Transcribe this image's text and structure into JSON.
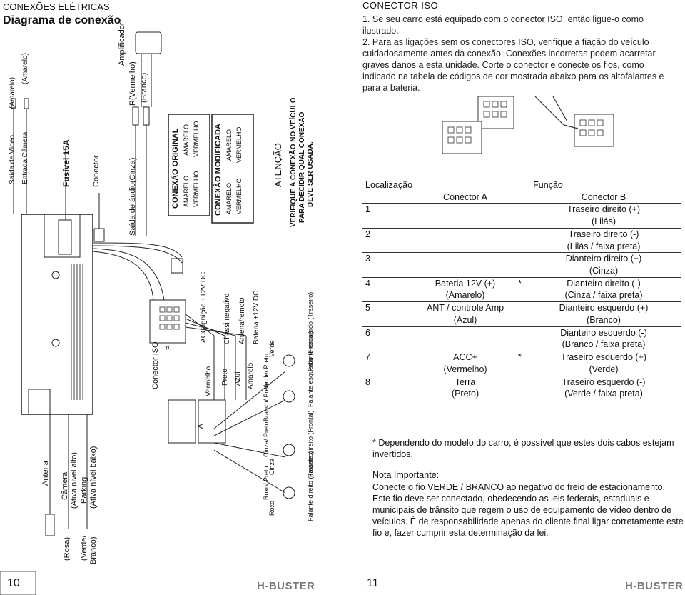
{
  "left_page": {
    "title": "CONEXÕES ELÉTRICAS",
    "subtitle": "Diagrama de conexão",
    "labels": {
      "video_out": "Saída de Vídeo",
      "camera_in": "Entrada Câmera",
      "yellow1": "(Amarelo)",
      "yellow2": "(Amarelo)",
      "fuse": "Fusível 15A",
      "connector": "Conector",
      "audio_out": "Saída de áudio(Cinza)",
      "amplifier": "Amplificador",
      "r_red": "R(Vermelho)",
      "l_white": "L(Branco)",
      "iso_connector": "Conector ISO",
      "acc": "ACC ignição +12V DC",
      "chassis": "Chassi negativo",
      "antenna_remote": "Antena/remoto",
      "battery": "Bateria +12V DC",
      "red": "Vermelho",
      "black": "Preto",
      "blue": "Azul",
      "yellow": "Amarelo",
      "antenna": "Antena",
      "camera_high": "Câmera",
      "camera_high2": "(Ativa nível alto)",
      "pink": "(Rosa)",
      "parking": "Parking",
      "parking2": "(Ativa nível baixo)",
      "green_white": "(Verde/",
      "green_white2": "Branco)",
      "speaker_front_left": "Falante esquerdo (Frontal)",
      "speaker_rear_left": "Falante esquerdo (Traseiro)",
      "speaker_front_right": "Falante direito (Frontal)",
      "speaker_rear_right": "Falante direito (Traseiro)",
      "white_black": "Branco/ Preto",
      "white": "Branco",
      "green_black": "Verde/ Preto",
      "green": "Verde",
      "gray_black": "Cinza/ Preto",
      "gray": "Cinza",
      "purple_black": "Roxo/ Preto",
      "purple": "Roxo",
      "conn_a": "A",
      "conn_b": "B"
    },
    "original_box": {
      "title": "CONEXÃO ORIGINAL",
      "left": [
        "AMARELO",
        "VERMELHO"
      ],
      "right": [
        "AMARELO",
        "VERMELHO"
      ]
    },
    "modified_box": {
      "title": "CONEXÃO MODIFICADA",
      "left": [
        "AMARELO",
        "VERMELHO"
      ],
      "right": [
        "AMARELO",
        "VERMELHO"
      ]
    },
    "attention": {
      "title": "ATENÇÃO",
      "text1": "VERIFIQUE A CONEXÃO NO VEÍCULO",
      "text2": "PARA DECIDIR QUAL CONEXÃO",
      "text3": "DEVE SER USADA."
    },
    "page_number": "10",
    "brand": "H-BUSTER"
  },
  "right_page": {
    "header": "CONECTOR ISO",
    "intro": [
      "1. Se seu carro está equipado com o conector ISO, então ligue-o como ilustrado.",
      "2. Para as ligações sem os conectores ISO, verifique a fiação do veículo cuidadosamente antes da conexão. Conexões incorretas podem acarretar graves danos a esta unidade. Corte o conector e conecte os fios, como indicado na tabela de códigos de cor mostrada abaixo para os altofalantes e para a bateria."
    ],
    "table": {
      "col_location": "Localização",
      "col_function": "Função",
      "col_a": "Conector A",
      "col_b": "Conector B",
      "rows": [
        {
          "n": "1",
          "a1": "",
          "a2": "",
          "star": "",
          "b1": "Traseiro direito (+)",
          "b2": "(Lilás)"
        },
        {
          "n": "2",
          "a1": "",
          "a2": "",
          "star": "",
          "b1": "Traseiro direito (-)",
          "b2": "(Lilás / faixa preta)"
        },
        {
          "n": "3",
          "a1": "",
          "a2": "",
          "star": "",
          "b1": "Dianteiro direito (+)",
          "b2": "(Cinza)"
        },
        {
          "n": "4",
          "a1": "Bateria 12V (+)",
          "a2": "(Amarelo)",
          "star": "*",
          "b1": "Dianteiro direito (-)",
          "b2": "(Cinza / faixa preta)"
        },
        {
          "n": "5",
          "a1": "ANT / controle Amp",
          "a2": "(Azul)",
          "star": "",
          "b1": "Dianteiro esquerdo (+)",
          "b2": "(Branco)"
        },
        {
          "n": "6",
          "a1": "",
          "a2": "",
          "star": "",
          "b1": "Dianteiro esquerdo (-)",
          "b2": "(Branco / faixa preta)"
        },
        {
          "n": "7",
          "a1": "ACC+",
          "a2": "(Vermelho)",
          "star": "*",
          "b1": "Traseiro esquerdo (+)",
          "b2": "(Verde)"
        },
        {
          "n": "8",
          "a1": "Terra",
          "a2": "(Preto)",
          "star": "",
          "b1": "Traseiro esquerdo (-)",
          "b2": "(Verde / faixa preta)"
        }
      ]
    },
    "footnote": "* Dependendo do modelo do carro, é possível que estes dois cabos estejam invertidos.",
    "note_title": "Nota Importante:",
    "note_body": "Conecte o fio VERDE / BRANCO ao negativo do freio de estacionamento. Este fio deve ser conectado, obedecendo as leis federais, estaduais e municipais de trânsito que regem o uso de equipamento de vídeo dentro de veículos. É de responsabilidade apenas do cliente final ligar corretamente este fio e, fazer cumprir esta determinação da lei.",
    "page_number": "11",
    "brand": "H-BUSTER"
  }
}
